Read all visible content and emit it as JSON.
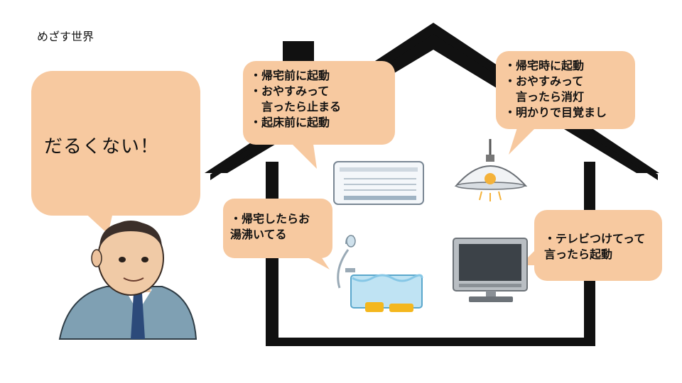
{
  "slide": {
    "title": "めざす世界"
  },
  "person": {
    "speech": "だるくない！"
  },
  "bubbles": {
    "aircon": "・帰宅前に起動\n・おやすみって\n　言ったら止まる\n・起床前に起動",
    "light": "・帰宅時に起動\n・おやすみって\n　言ったら消灯\n・明かりで目覚まし",
    "bath": "・帰宅したらお\n湯沸いてる",
    "tv": "・テレビつけてって\n言ったら起動"
  },
  "colors": {
    "bubble_fill": "#f7c9a0",
    "house_outline": "#111111",
    "water": "#bfe3f3"
  }
}
